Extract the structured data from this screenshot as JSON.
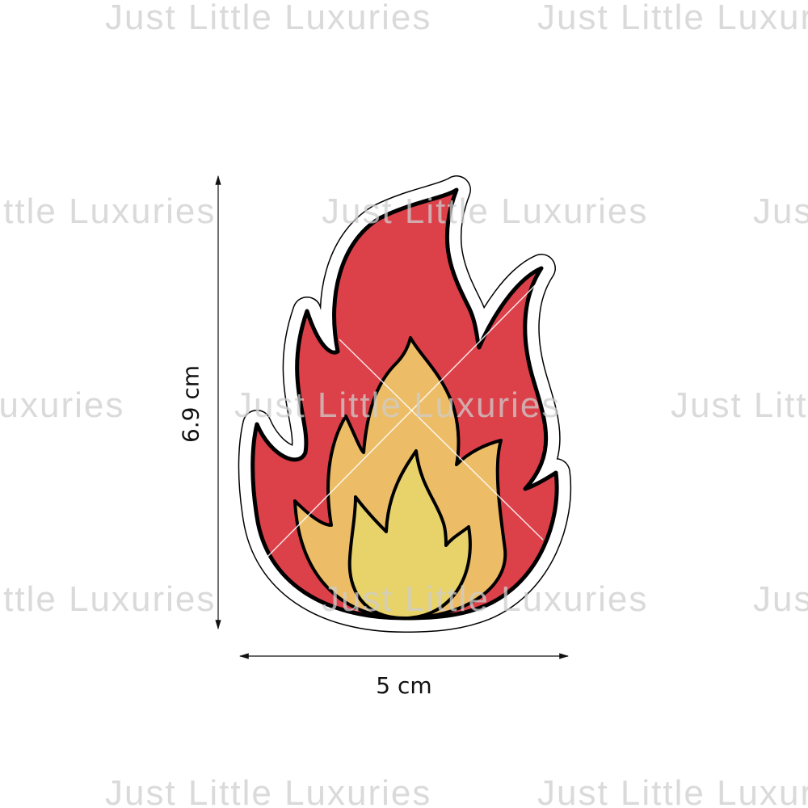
{
  "watermark": "Just Little Luxuries",
  "dimensions": {
    "height_label": "6.9 cm",
    "width_label": "5 cm"
  },
  "colors": {
    "outer_flame": "#dc4049",
    "middle_flame": "#ecbd66",
    "inner_flame": "#e8d26a",
    "outline": "#000000",
    "watermark": "#cdcdcd"
  }
}
